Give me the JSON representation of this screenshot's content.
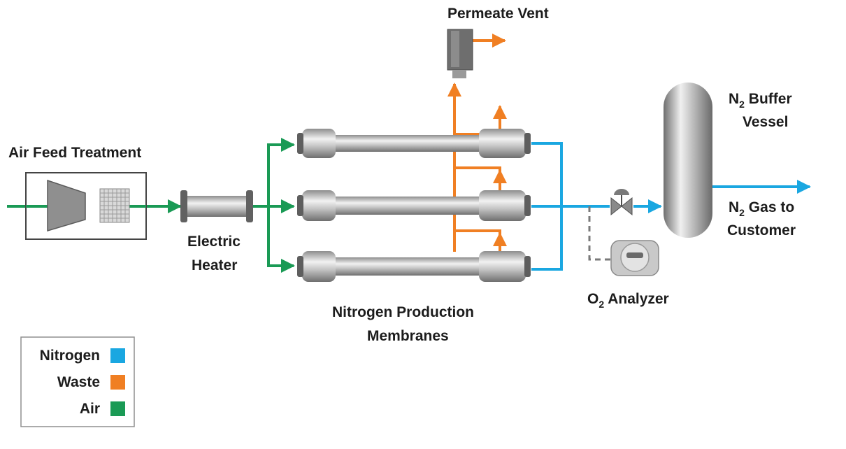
{
  "labels": {
    "permeate_vent": "Permeate Vent",
    "air_feed_treatment": "Air Feed Treatment",
    "electric_heater_line1": "Electric",
    "electric_heater_line2": "Heater",
    "membranes_line1": "Nitrogen Production",
    "membranes_line2": "Membranes",
    "buffer_vessel_line1_prefix": "N",
    "buffer_vessel_line1_sub": "2",
    "buffer_vessel_line1_suffix": " Buffer",
    "buffer_vessel_line2": "Vessel",
    "gas_customer_line1_prefix": "N",
    "gas_customer_line1_sub": "2",
    "gas_customer_line1_suffix": " Gas to",
    "gas_customer_line2": "Customer",
    "analyzer_prefix": "O",
    "analyzer_sub": "2",
    "analyzer_suffix": " Analyzer"
  },
  "legend": [
    {
      "label": "Nitrogen",
      "color": "#1aa7e1"
    },
    {
      "label": "Waste",
      "color": "#f07f23"
    },
    {
      "label": "Air",
      "color": "#1a9a55"
    }
  ],
  "colors": {
    "nitrogen": "#1aa7e1",
    "waste": "#f07f23",
    "air": "#1a9a55"
  }
}
